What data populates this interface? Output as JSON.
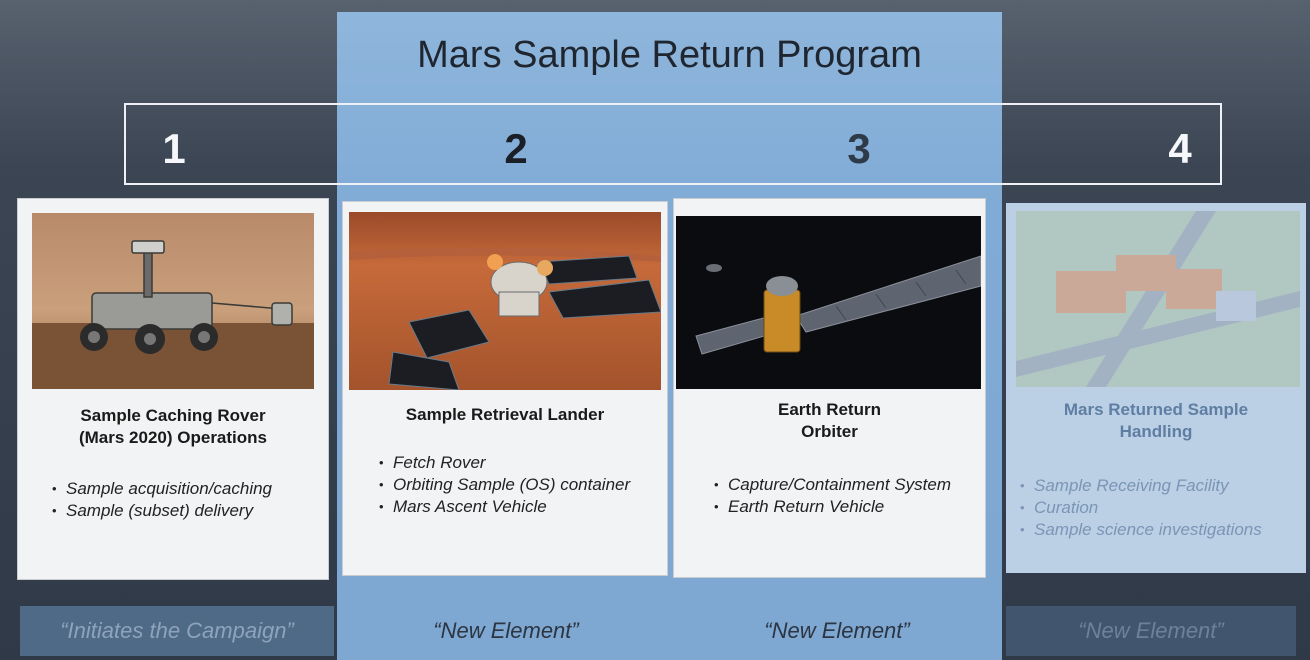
{
  "title": "Mars Sample Return Program",
  "steps": [
    "1",
    "2",
    "3",
    "4"
  ],
  "cards": [
    {
      "heading_line1": "Sample Caching Rover",
      "heading_line2": "(Mars 2020) Operations",
      "items": [
        "Sample acquisition/caching",
        "Sample (subset) delivery"
      ],
      "image": "rover-on-mars-image"
    },
    {
      "heading_line1": "Sample Retrieval Lander",
      "heading_line2": "",
      "items": [
        "Fetch Rover",
        "Orbiting Sample (OS) container",
        "Mars Ascent Vehicle"
      ],
      "image": "lander-on-mars-image"
    },
    {
      "heading_line1": "Earth Return",
      "heading_line2": "Orbiter",
      "items": [
        "Capture/Containment System",
        "Earth Return Vehicle"
      ],
      "image": "orbiter-in-space-image"
    },
    {
      "heading_line1": "Mars Returned Sample",
      "heading_line2": "Handling",
      "items": [
        "Sample Receiving Facility",
        "Curation",
        "Sample science investigations"
      ],
      "image": "receiving-facility-image"
    }
  ],
  "tags": [
    "“Initiates the Campaign”",
    "“New Element”",
    "“New Element”",
    "“New Element”"
  ],
  "colors": {
    "background": "#3b4553",
    "spotlight": "#80abd6",
    "card": "#f2f3f4",
    "faded_card": "#bcd0e5"
  }
}
